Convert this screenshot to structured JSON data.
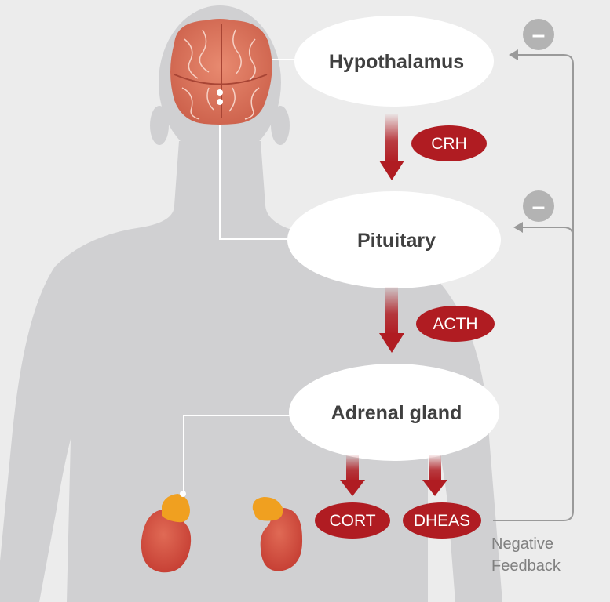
{
  "nodes": {
    "hypothalamus": "Hypothalamus",
    "pituitary": "Pituitary",
    "adrenal": "Adrenal gland"
  },
  "hormones": {
    "crh": "CRH",
    "acth": "ACTH",
    "cort": "CORT",
    "dheas": "DHEAS"
  },
  "feedback": {
    "line1": "Negative",
    "line2": "Feedback",
    "symbol": "–"
  },
  "colors": {
    "background": "#ececec",
    "silhouette": "#d0d0d2",
    "hormone": "#b01c22",
    "node_fill": "#ffffff",
    "feedback_line": "#9a9a9a",
    "minus_badge": "#b3b3b3",
    "kidney": "#d04a3c",
    "adrenal_cap": "#f0a020",
    "brain": "#d97058"
  },
  "icons": [
    "brain-icon",
    "kidney-icon",
    "adrenal-gland-icon",
    "minus-icon",
    "arrow-down-icon"
  ]
}
